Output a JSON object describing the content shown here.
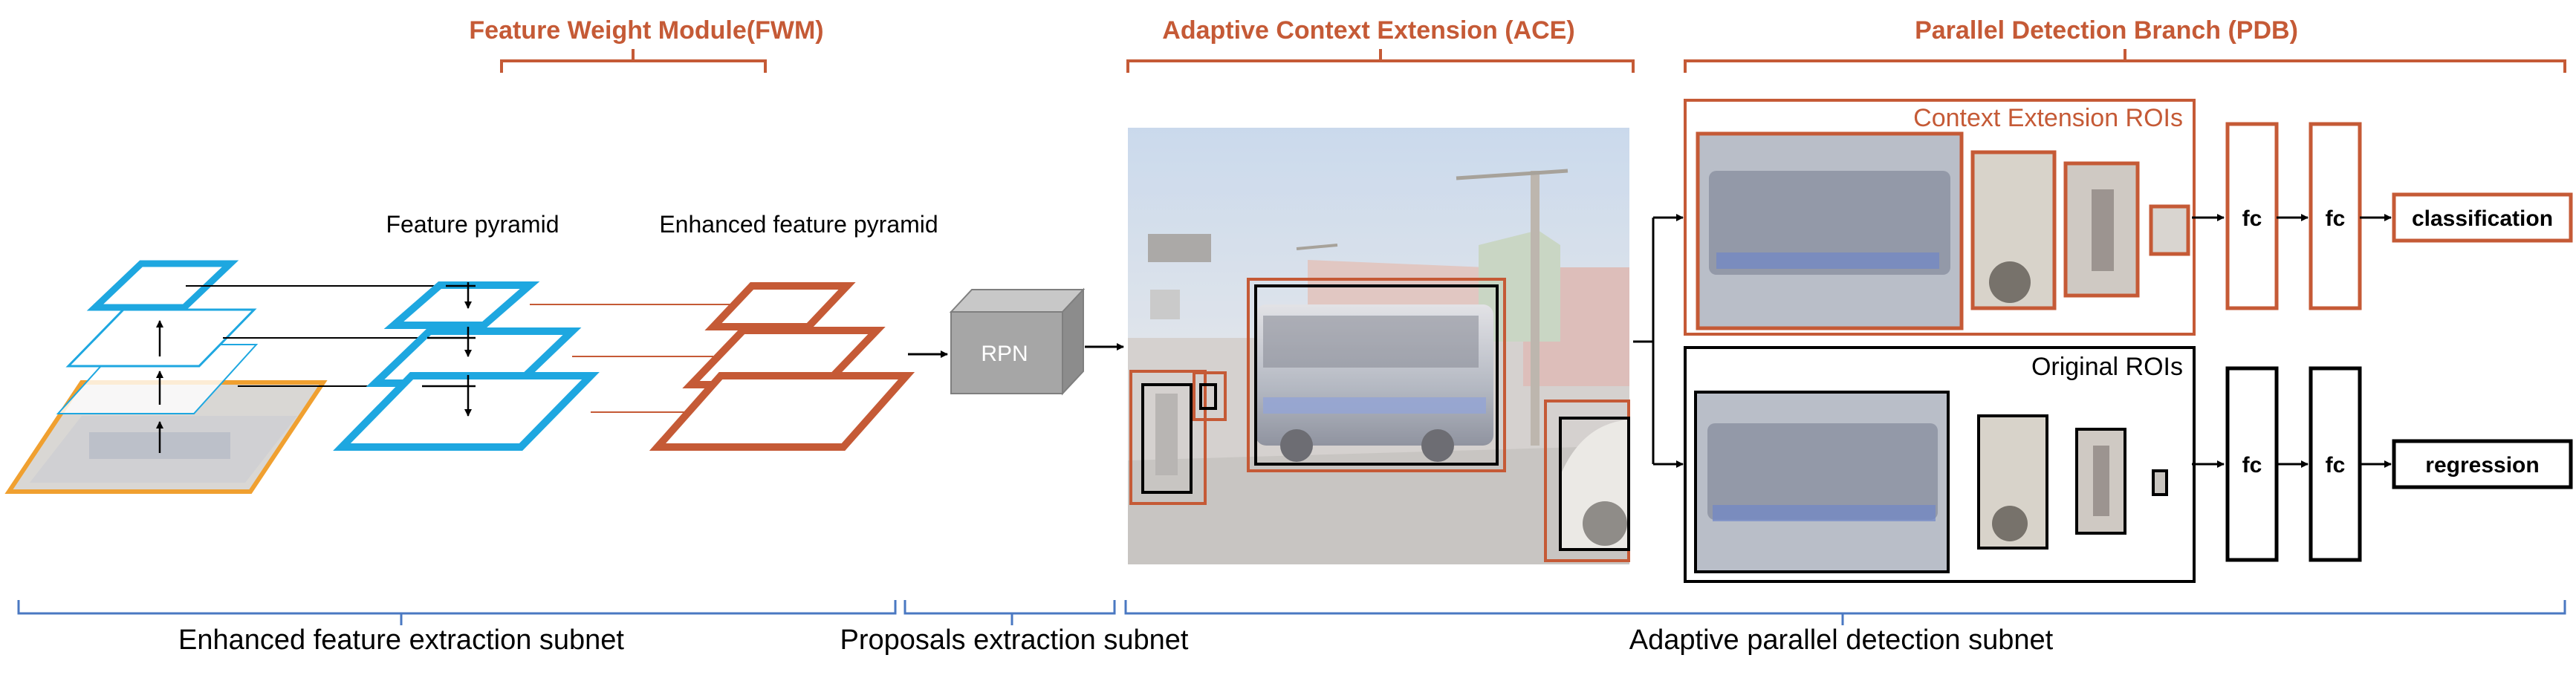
{
  "titles": {
    "fwm": "Feature  Weight Module(FWM)",
    "ace": "Adaptive Context Extension (ACE)",
    "pdb": "Parallel Detection Branch (PDB)"
  },
  "labels": {
    "feature_pyramid": "Feature pyramid",
    "enhanced_pyramid": "Enhanced feature pyramid",
    "rpn": "RPN",
    "context_rois": "Context Extension ROIs",
    "original_rois": "Original ROIs",
    "fc": "fc",
    "classification": "classification",
    "regression": "regression"
  },
  "subnets": {
    "feature": "Enhanced feature extraction subnet",
    "proposals": "Proposals extraction subnet",
    "detection": "Adaptive parallel detection subnet"
  },
  "colors": {
    "orange": "#c55a36",
    "blue": "#1ea7e0",
    "bracket_blue": "#4a78c2",
    "gray_box": "#a6a6a6"
  }
}
